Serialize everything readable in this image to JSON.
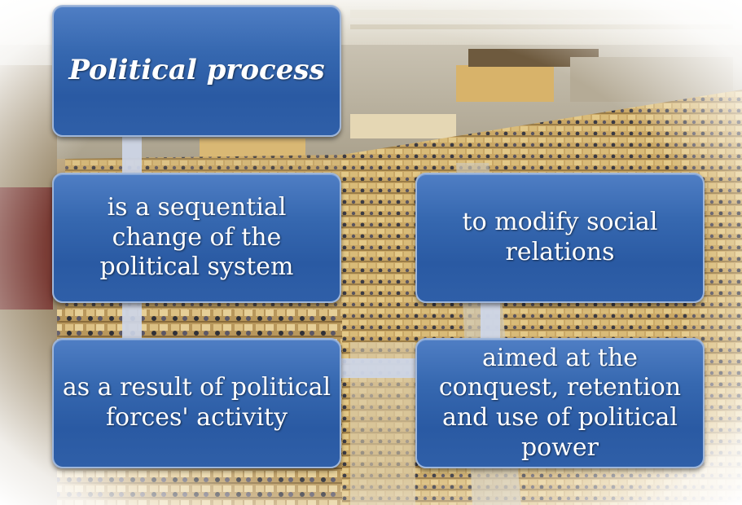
{
  "diagram": {
    "title": "Political process",
    "definition": "is a sequential change of the political system",
    "result": "as a result of political forces' activity",
    "goal": "to modify social relations",
    "aim": "aimed at the conquest, retention and use of political power"
  },
  "colors": {
    "box_fill": "#3668b0",
    "box_border": "#9fb6d9",
    "connector": "#cdd6e8",
    "text": "#ffffff"
  }
}
